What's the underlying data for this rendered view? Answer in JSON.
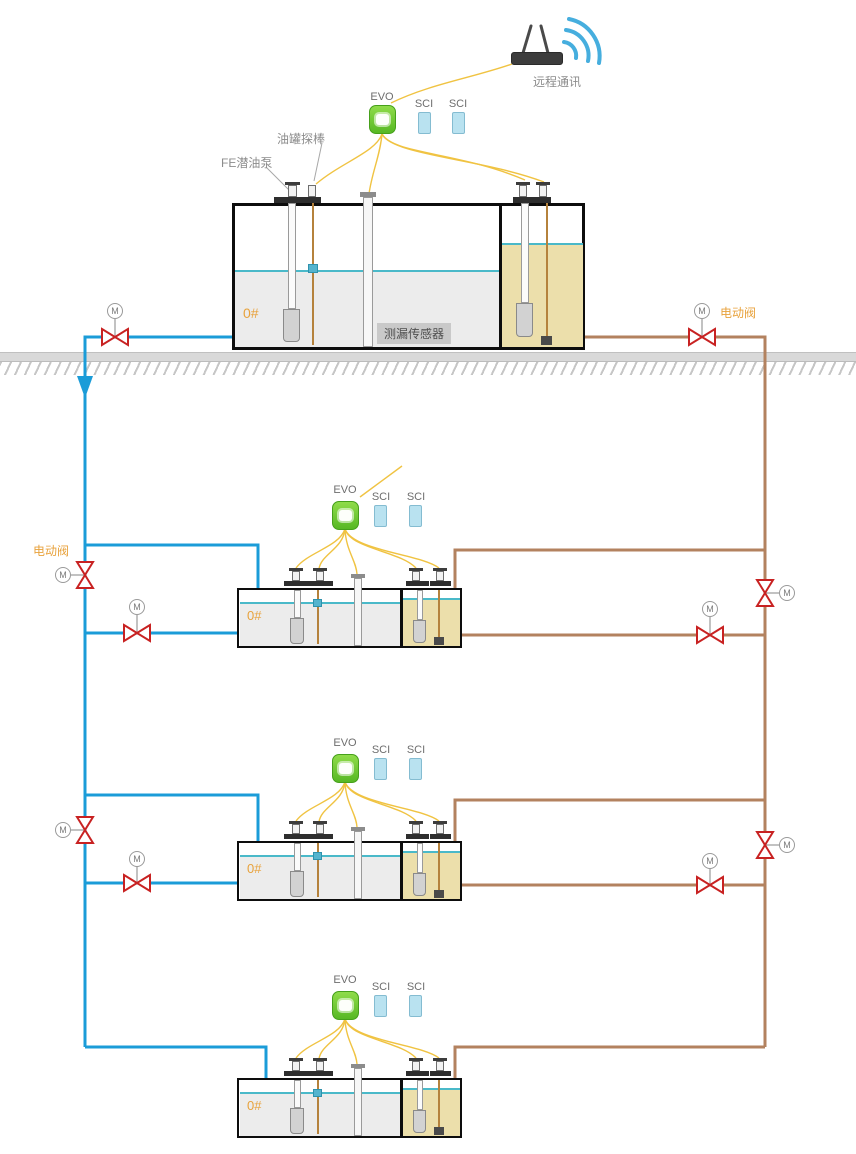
{
  "colors": {
    "pipe_supply": "#1b9cd8",
    "pipe_return": "#b3825f",
    "valve_red": "#c82222",
    "wire_yellow": "#f0c342",
    "evo_green": "#57b824",
    "sci_blue": "#b9e2f0",
    "oil_khaki": "#ecdfab",
    "water_gray": "#ececec",
    "level_teal": "#4ab9c9",
    "label_orange": "#e8a23c"
  },
  "remote_comm": {
    "label": "远程通讯"
  },
  "annotations": {
    "tank_probe": "油罐探棒",
    "fe_pump": "FE潜油泵",
    "leak_sensor": "测漏传感器",
    "electric_valve": "电动阀"
  },
  "devices": {
    "evo": "EVO",
    "sci": "SCI"
  },
  "valve": {
    "motor": "M"
  },
  "tanks": {
    "main": {
      "grade": "0#"
    },
    "t2": {
      "grade": "0#"
    },
    "t3": {
      "grade": "0#"
    },
    "t4": {
      "grade": "0#"
    }
  }
}
